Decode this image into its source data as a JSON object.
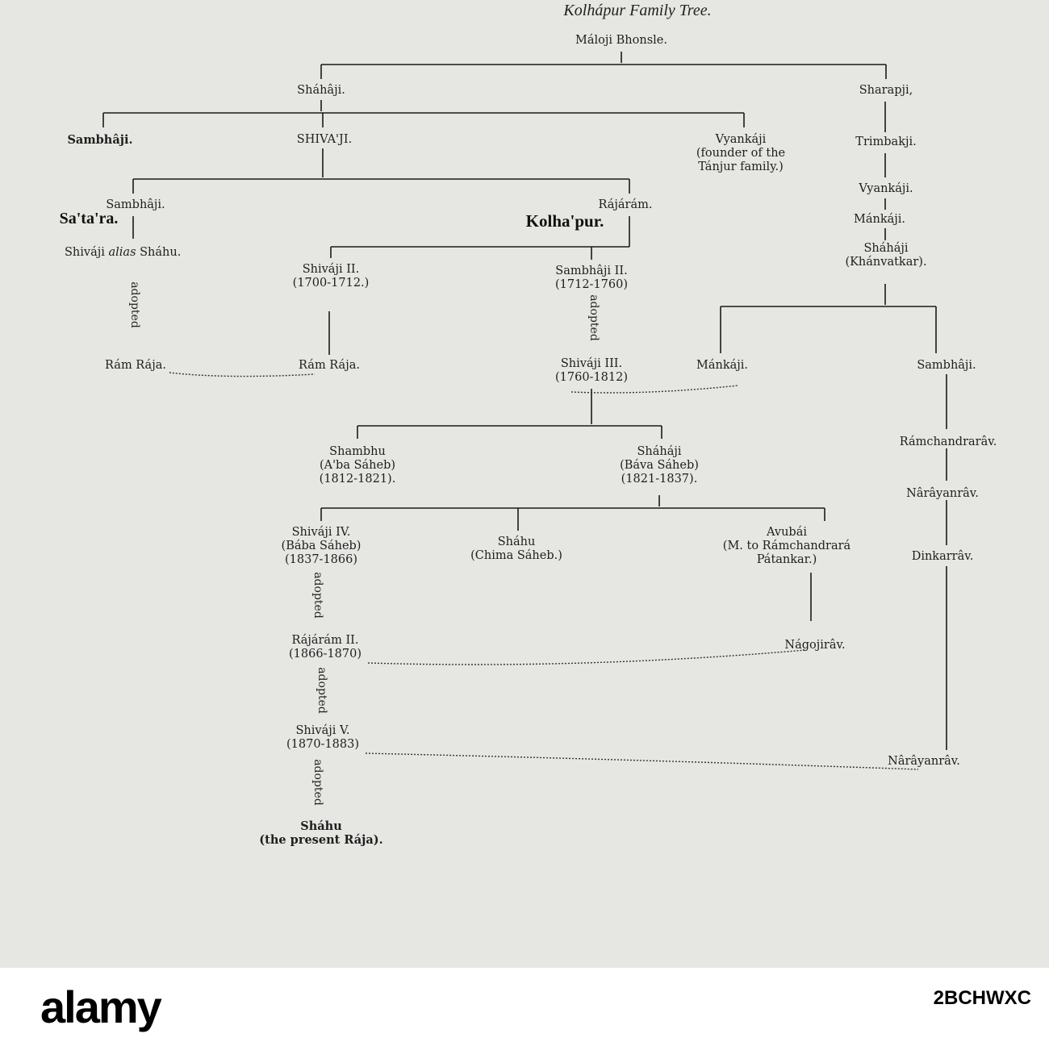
{
  "title": "Kolhápur Family Tree.",
  "nodes": {
    "maloji": "Máloji Bhonsle.",
    "shahaji": "Sháhâji.",
    "sharapji": "Sharapji,",
    "sambhaji1": "Sambhâji.",
    "shivaji": "SHIVA'JI.",
    "vyankaji1": "Vyankáji\n(founder of the\nTánjur family.)",
    "trimbakji": "Trimbakji.",
    "vyankaji2": "Vyankáji.",
    "mankaji1": "Mánkáji.",
    "shahaji2": "Sháháji\n(Khánvatkar).",
    "sambhaji2": "Sambhâji.",
    "rajaram": "Rájárám.",
    "shivaji_shahu_a": "Shiváji ",
    "shivaji_shahu_alias": "alias",
    "shivaji_shahu_b": " Sháhu.",
    "shivaji2": "Shiváji II.\n(1700-1712.)",
    "sambhaji3": "Sambhâji II.\n(1712-1760)",
    "ramraja1": "Rám Rája.",
    "ramraja2": "Rám Rája.",
    "shivaji3": "Shiváji III.\n(1760-1812)",
    "mankaji2": "Mánkáji.",
    "sambhaji4": "Sambhâji.",
    "shambhu": "Shambhu\n(A'ba Sáheb)\n(1812-1821).",
    "shahaji3": "Sháháji\n(Báva Sáheb)\n(1821-1837).",
    "ramchandrarav": "Rámchandrarâv.",
    "narayanrav1": "Nârâyanrâv.",
    "dinkarrav": "Dinkarrâv.",
    "shivaji4": "Shiváji IV.\n(Bába Sáheb)\n(1837-1866)",
    "shahu1": "Sháhu\n(Chima Sáheb.)",
    "avubai": "Avubái\n(M. to Rámchandrará\nPátankar.)",
    "rajaram2": "Rájárám II.\n(1866-1870)",
    "nagojirav": "Nágojirâv.",
    "shivaji5": "Shiváji V.\n(1870-1883)",
    "narayanrav2": "Nârâyanrâv.",
    "shahu2": "Sháhu\n(the present Rája)."
  },
  "branches": {
    "satara": "Sa'ta'ra.",
    "kolhapur": "Kolha'pur."
  },
  "adopted_label": "adopted",
  "footer": {
    "logo": "alamy",
    "image_code": "2BCHWXC"
  }
}
